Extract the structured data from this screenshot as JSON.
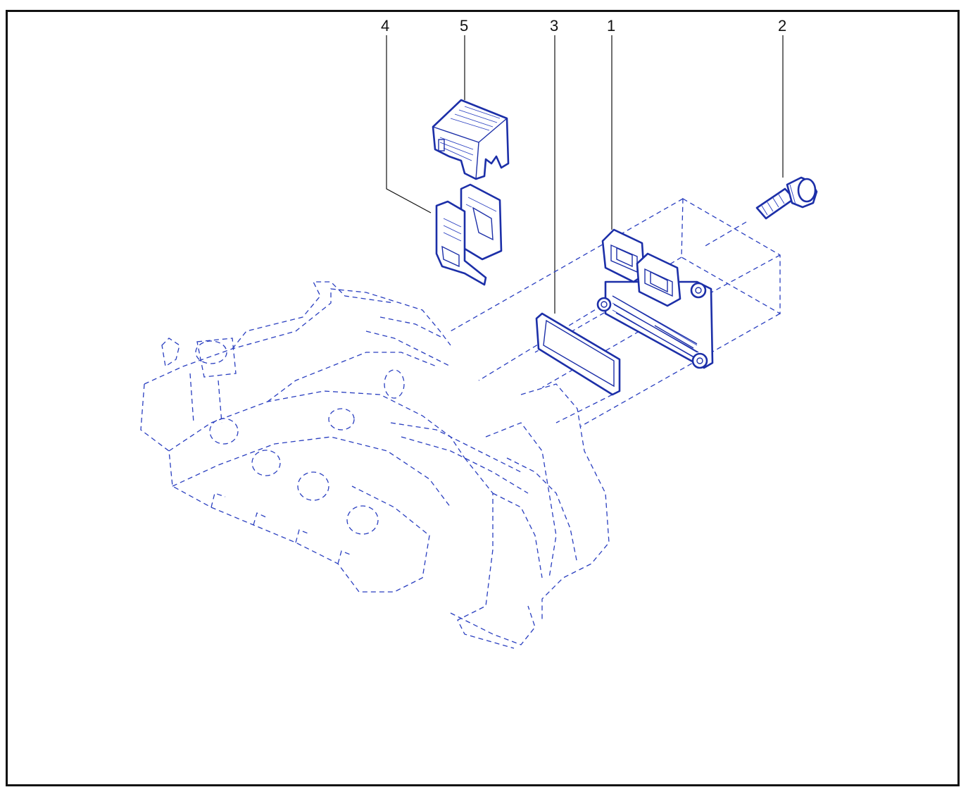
{
  "diagram": {
    "colors": {
      "line": "#1c2fa8",
      "dashed": "#2a3fc0",
      "frame": "#111111"
    },
    "callouts": [
      {
        "id": "4",
        "label": "4"
      },
      {
        "id": "5",
        "label": "5"
      },
      {
        "id": "3",
        "label": "3"
      },
      {
        "id": "1",
        "label": "1"
      },
      {
        "id": "2",
        "label": "2"
      }
    ],
    "parts": [
      {
        "callout": "1",
        "icon": "ecu-module-icon"
      },
      {
        "callout": "2",
        "icon": "screw-icon"
      },
      {
        "callout": "3",
        "icon": "gasket-icon"
      },
      {
        "callout": "4",
        "icon": "connector-bracket-icon"
      },
      {
        "callout": "5",
        "icon": "connector-cover-icon"
      }
    ]
  }
}
